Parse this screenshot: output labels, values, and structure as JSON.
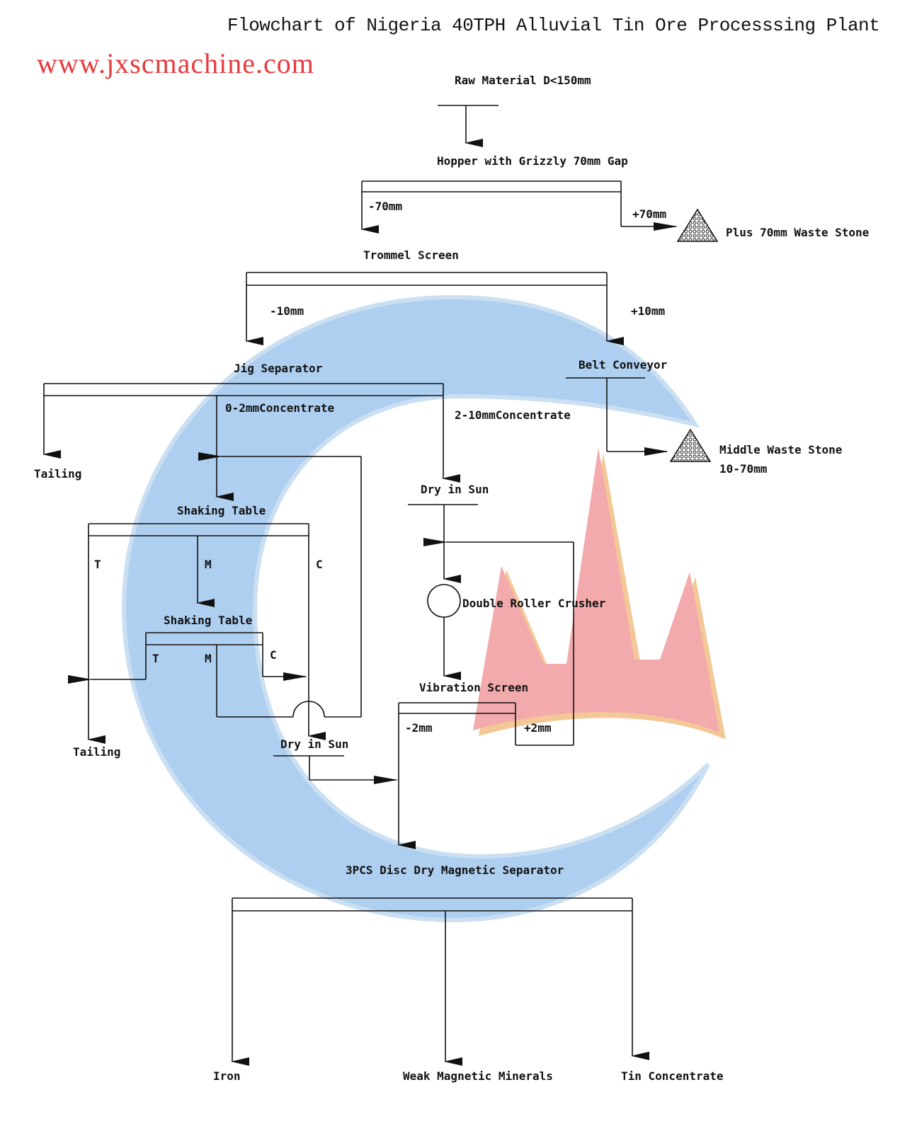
{
  "title": "Flowchart of Nigeria 40TPH Alluvial Tin Ore Processsing Plant",
  "website": "www.jxscmachine.com",
  "colors": {
    "website": "#e8393d",
    "logo_blue": "#a9cdef",
    "logo_blue_edge": "#c7dcef",
    "logo_red": "#f2a8a8",
    "logo_orange": "#f4c592",
    "line": "#111111"
  },
  "labels": {
    "raw_material": "Raw Material D<150mm",
    "hopper": "Hopper with Grizzly 70mm Gap",
    "minus70": "-70mm",
    "plus70": "+70mm",
    "plus70_waste": "Plus 70mm Waste Stone",
    "trommel": "Trommel Screen",
    "minus10": "-10mm",
    "plus10": "+10mm",
    "jig": "Jig Separator",
    "belt": "Belt Conveyor",
    "conc_0_2": "0-2mmConcentrate",
    "conc_2_10": "2-10mmConcentrate",
    "middle_waste_1": "Middle Waste Stone",
    "middle_waste_2": "10-70mm",
    "tailing_top": "Tailing",
    "dry_sun_right": "Dry in Sun",
    "shaking_table_1": "Shaking Table",
    "t1": "T",
    "m1": "M",
    "c1": "C",
    "crusher": "Double Roller Crusher",
    "shaking_table_2": "Shaking Table",
    "t2": "T",
    "m2": "M",
    "c2": "C",
    "vibration": "Vibration Screen",
    "minus2": "-2mm",
    "plus2": "+2mm",
    "tailing_bottom": "Tailing",
    "dry_sun_left": "Dry in Sun",
    "magnetic": "3PCS Disc Dry Magnetic Separator",
    "iron": "Iron",
    "weak_magnetic": "Weak Magnetic Minerals",
    "tin_conc": "Tin Concentrate"
  }
}
